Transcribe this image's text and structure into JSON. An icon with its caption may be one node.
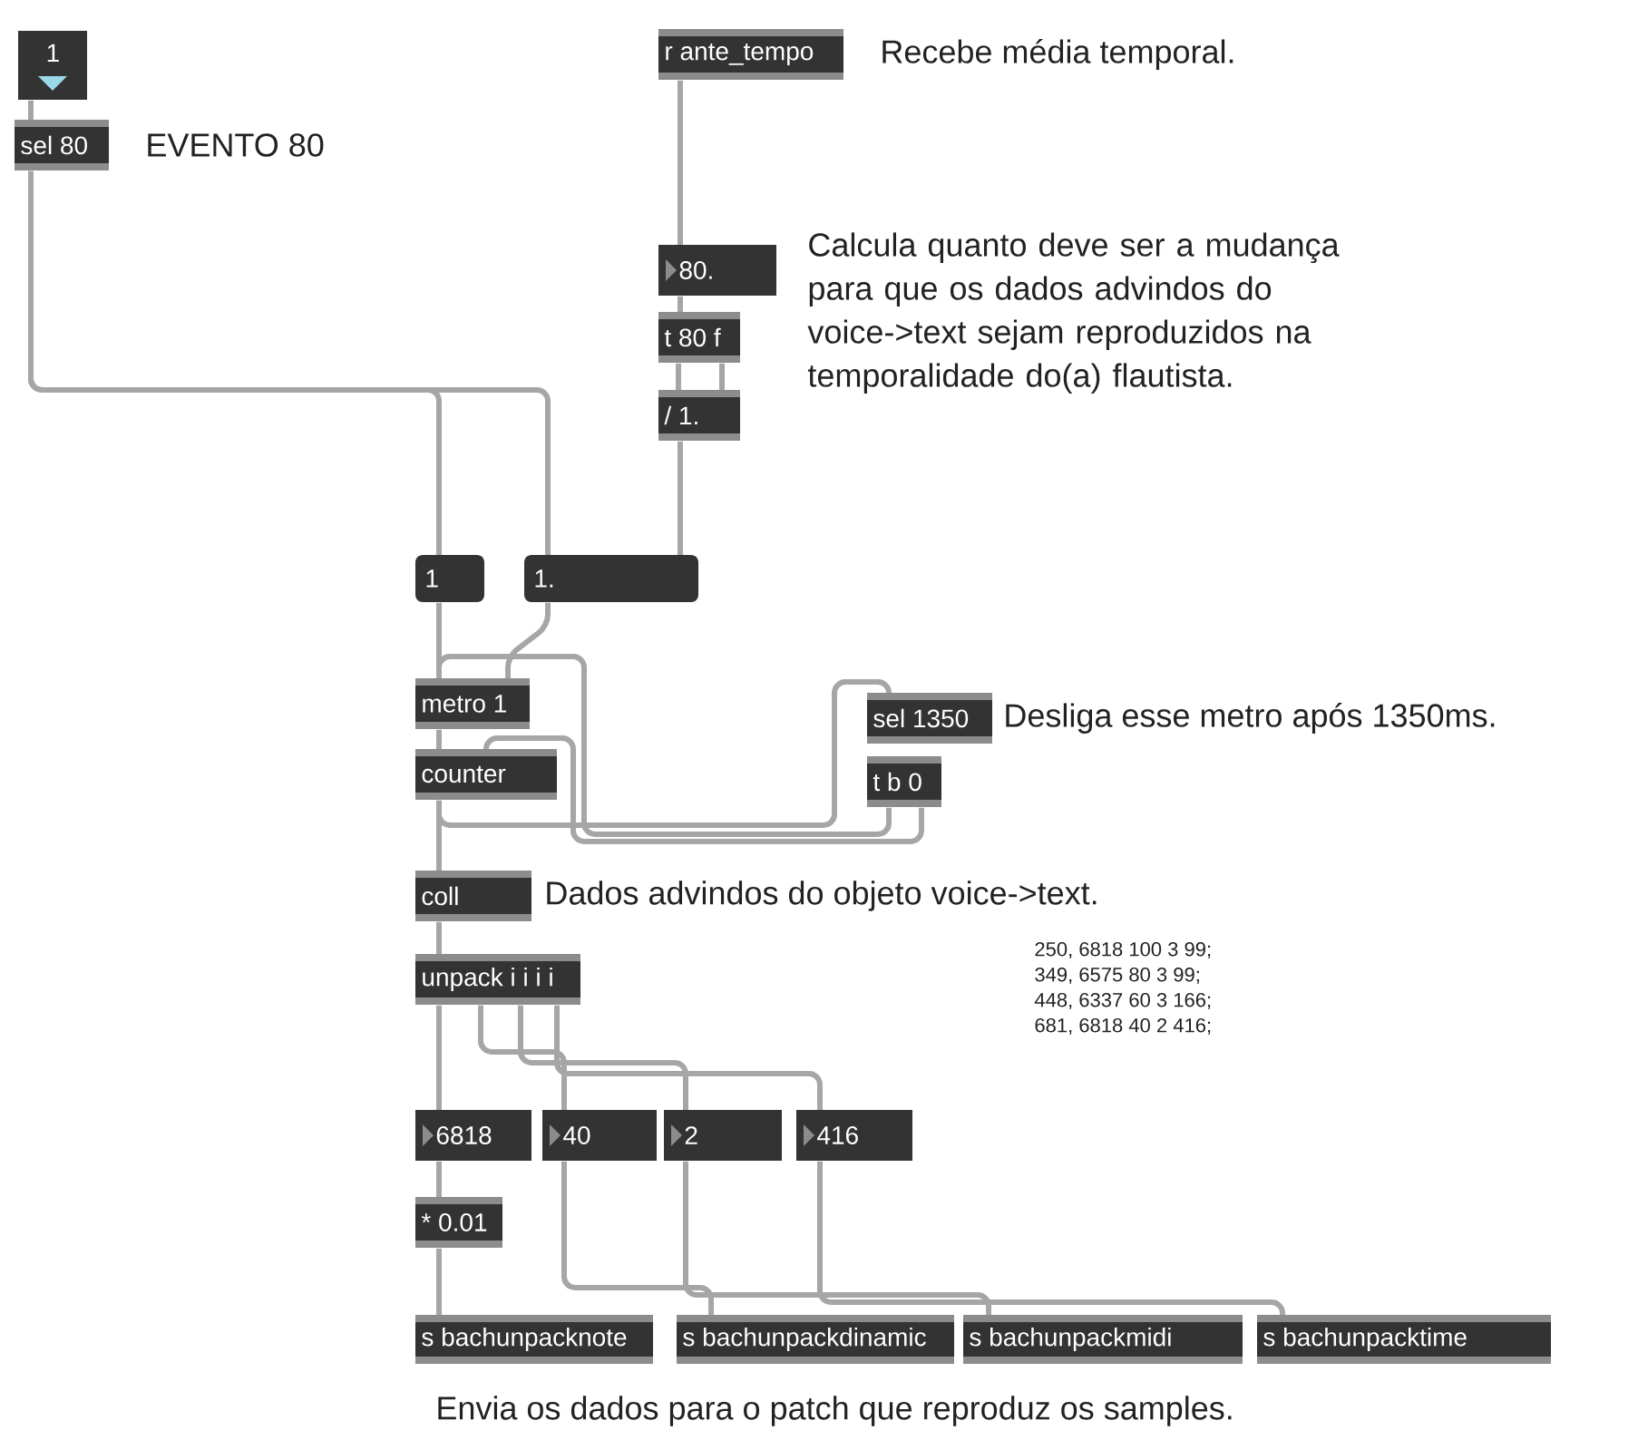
{
  "diagram": {
    "nodes": [
      {
        "text": [
          "1"
        ]
      },
      {
        "text": [
          "sel 80"
        ]
      },
      {
        "text": [
          "r ante_tempo"
        ]
      },
      {
        "text": [
          "80."
        ]
      },
      {
        "text": [
          "t 80 f"
        ]
      },
      {
        "text": [
          "/ 1."
        ]
      },
      {
        "text": [
          "1"
        ]
      },
      {
        "text": [
          "1."
        ]
      },
      {
        "text": [
          "metro 1"
        ]
      },
      {
        "text": [
          "counter"
        ]
      },
      {
        "text": [
          "sel 1350"
        ]
      },
      {
        "text": [
          "t b 0"
        ]
      },
      {
        "text": [
          "coll"
        ]
      },
      {
        "text": [
          "unpack i i i i"
        ]
      },
      {
        "text": [
          "6818"
        ]
      },
      {
        "text": [
          "40"
        ]
      },
      {
        "text": [
          "2"
        ]
      },
      {
        "text": [
          "416"
        ]
      },
      {
        "text": [
          "* 0.01"
        ]
      },
      {
        "text": [
          "s bachunpacknote"
        ]
      },
      {
        "text": [
          "s bachunpackdinamic"
        ]
      },
      {
        "text": [
          "s bachunpackmidi"
        ]
      },
      {
        "text": [
          "s bachunpacktime"
        ]
      }
    ],
    "edges": [
      {
        "from": 0,
        "to": 1,
        "arrow": "none"
      },
      {
        "from": 1,
        "to": 6,
        "arrow": "none"
      },
      {
        "from": 1,
        "to": 7,
        "arrow": "none"
      },
      {
        "from": 2,
        "to": 3,
        "arrow": "none"
      },
      {
        "from": 3,
        "to": 4,
        "arrow": "none"
      },
      {
        "from": 4,
        "to": 5,
        "arrow": "none"
      },
      {
        "from": 4,
        "to": 5,
        "arrow": "none"
      },
      {
        "from": 5,
        "to": 7,
        "arrow": "none"
      },
      {
        "from": 6,
        "to": 8,
        "arrow": "none"
      },
      {
        "from": 7,
        "to": 8,
        "arrow": "none"
      },
      {
        "from": 8,
        "to": 9,
        "arrow": "none"
      },
      {
        "from": 9,
        "to": 10,
        "arrow": "none"
      },
      {
        "from": 11,
        "to": 8,
        "arrow": "none"
      },
      {
        "from": 11,
        "to": 9,
        "arrow": "none"
      },
      {
        "from": 9,
        "to": 12,
        "arrow": "none"
      },
      {
        "from": 12,
        "to": 13,
        "arrow": "none"
      },
      {
        "from": 13,
        "to": 14,
        "arrow": "none"
      },
      {
        "from": 13,
        "to": 15,
        "arrow": "none"
      },
      {
        "from": 13,
        "to": 16,
        "arrow": "none"
      },
      {
        "from": 13,
        "to": 17,
        "arrow": "none"
      },
      {
        "from": 14,
        "to": 18,
        "arrow": "none"
      },
      {
        "from": 18,
        "to": 19,
        "arrow": "none"
      },
      {
        "from": 15,
        "to": 20,
        "arrow": "none"
      },
      {
        "from": 16,
        "to": 21,
        "arrow": "none"
      },
      {
        "from": 17,
        "to": 22,
        "arrow": "none"
      }
    ],
    "labels": [
      "EVENTO 80",
      "Recebe média temporal.",
      "Calcula quanto deve ser a mudança para que os dados advindos do voice->text sejam reproduzidos na temporalidade do(a) flautista.",
      "Desliga esse metro após 1350ms.",
      "Dados advindos do objeto voice->text.",
      "250, 6818 100 3 99;",
      "349, 6575 80 3 99;",
      "448, 6337 60 3 166;",
      "681, 6818 40 2 416;",
      "Envia os dados para o patch que reproduz os samples."
    ]
  }
}
